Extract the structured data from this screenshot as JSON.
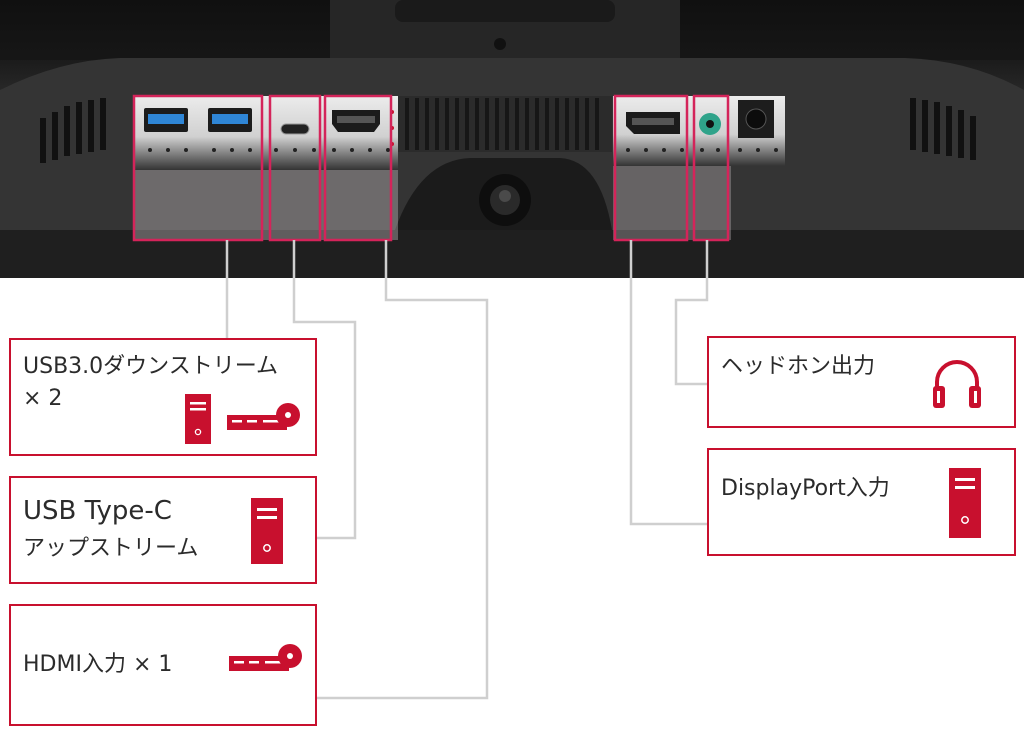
{
  "callouts": {
    "usb_downstream": {
      "line1": "USB3.0ダウンストリーム",
      "line2": "× 2",
      "icons": [
        "pc-tower-icon",
        "dvd-player-icon"
      ]
    },
    "usb_typec": {
      "line1": "USB Type-C",
      "line2": "アップストリーム",
      "icons": [
        "pc-tower-icon"
      ]
    },
    "hdmi": {
      "line1": "HDMI入力 × 1",
      "icons": [
        "dvd-player-icon"
      ]
    },
    "headphone": {
      "line1": "ヘッドホン出力",
      "icons": [
        "headphones-icon"
      ]
    },
    "displayport": {
      "line1": "DisplayPort入力",
      "icons": [
        "pc-tower-icon"
      ]
    }
  },
  "colors": {
    "accent": "#c8102e",
    "highlight_fill": "#f2d4dc",
    "monitor_body": "#2a2a2a",
    "port_panel": "#e7e7e7",
    "leader_line": "#cfcfcf"
  }
}
